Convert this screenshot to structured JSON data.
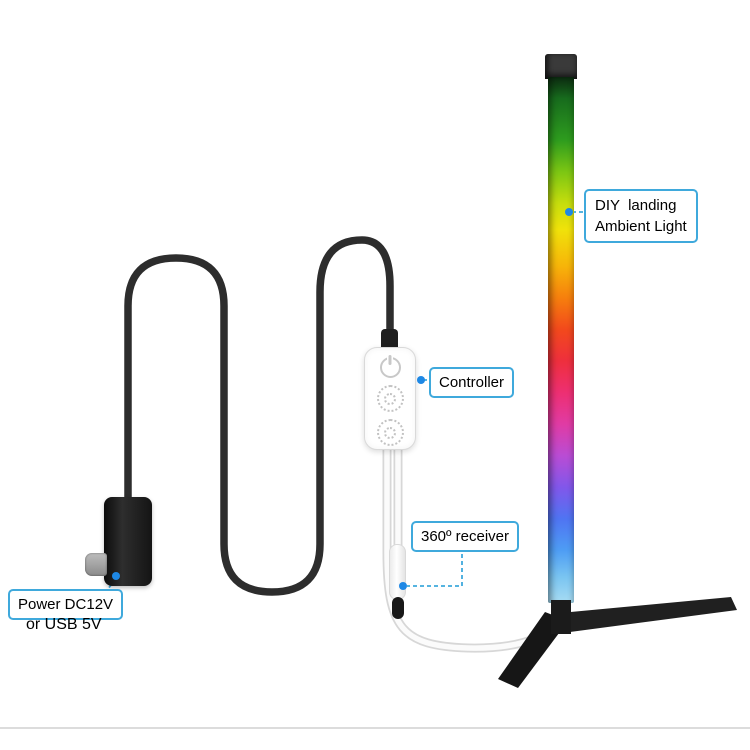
{
  "labels": {
    "lamp": {
      "line1": "DIY  landing",
      "line2": "Ambient Light"
    },
    "controller": "Controller",
    "receiver": "360º receiver",
    "power": "Power DC12V",
    "power_alt": "or USB 5V"
  },
  "colors": {
    "callout-border": "#3fa9dc",
    "callout-dot": "#1e88e5",
    "cable-black": "#2d2d2d",
    "cable-white": "#fbfbfb",
    "cable-white-edge": "#d7d7d7",
    "device-border": "#d9d9d9",
    "black-part": "#1b1b1b"
  },
  "lamp_gradient": [
    "#0c2a10 0%",
    "#176b1d 4%",
    "#2e9c1e 12%",
    "#7cc613 18%",
    "#c6dd0d 24%",
    "#f0e20a 29%",
    "#f7b409 36%",
    "#f67f0d 42%",
    "#f2491c 48%",
    "#ee2f3d 54%",
    "#ed2f72 60%",
    "#e03ba4 66%",
    "#b94cd4 72%",
    "#8157ea 78%",
    "#4f74f2 84%",
    "#4e9df4 90%",
    "#79c4f1 95%",
    "#a8dcf2 100%"
  ],
  "icons": {
    "power_button": "power-icon",
    "mode_buttons": "dotted-ring-icon"
  }
}
